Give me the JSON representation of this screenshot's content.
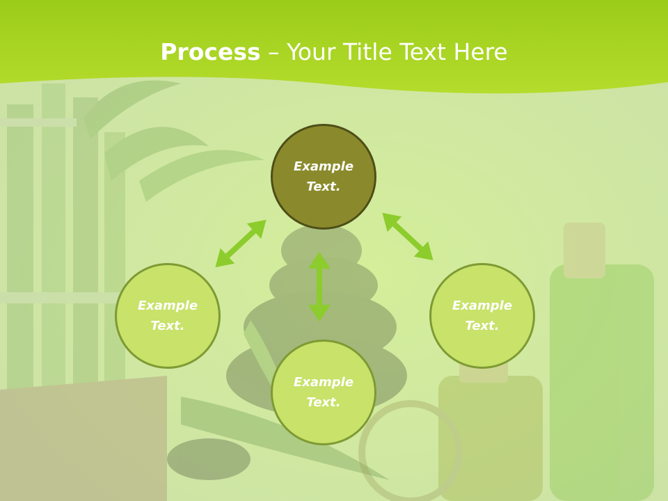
{
  "slide": {
    "title_bold": "Process",
    "title_rest": " – Your Title Text Here"
  },
  "nodes": {
    "top": "Example Text.",
    "left": "Example Text.",
    "right": "Example Text.",
    "bottom": "Example Text."
  },
  "colors": {
    "banner": "#a6d31c",
    "main_node": "#8a8a2c",
    "sub_node": "#c8e26a",
    "arrow": "#8ccc2c"
  }
}
